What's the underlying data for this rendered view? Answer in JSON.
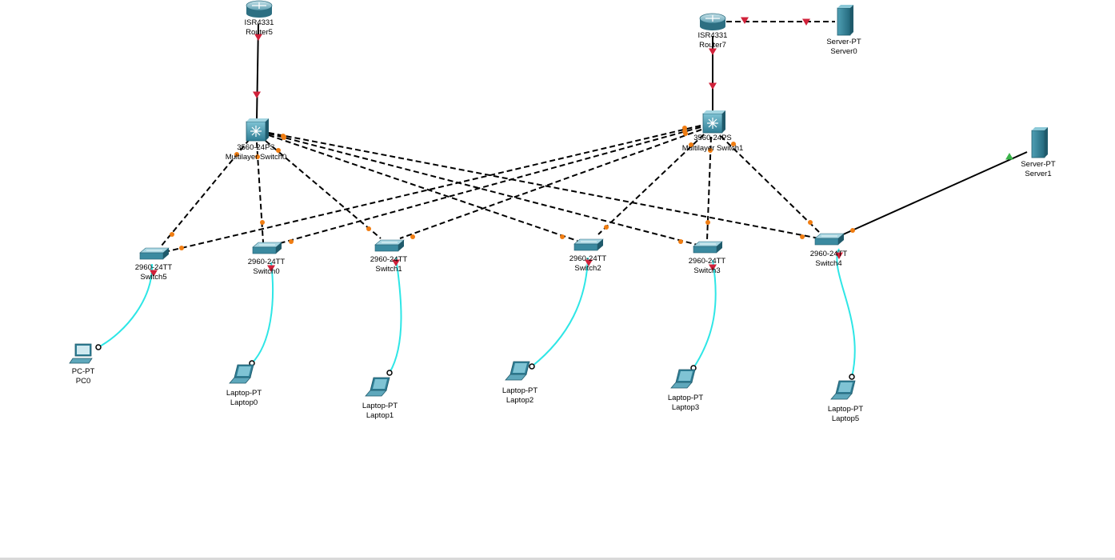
{
  "colors": {
    "ethernet": "#000000",
    "console_cable": "#2ee6e6",
    "link_down": "#d0213a",
    "link_orange": "#f07d12",
    "link_up": "#3bb44a",
    "device_teal": "#3f8fa6"
  },
  "devices": [
    {
      "id": "router5",
      "type": "router",
      "label1": "ISR4331",
      "label2": "Router5"
    },
    {
      "id": "router7",
      "type": "router",
      "label1": "ISR4331",
      "label2": "Router7"
    },
    {
      "id": "server0",
      "type": "server",
      "label1": "Server-PT",
      "label2": "Server0"
    },
    {
      "id": "server1",
      "type": "server",
      "label1": "Server-PT",
      "label2": "Server1"
    },
    {
      "id": "mls0",
      "type": "multilayer-switch",
      "label1": "3560-24PS",
      "label2": "Multilayer Switch0"
    },
    {
      "id": "mls1",
      "type": "multilayer-switch",
      "label1": "3560-24PS",
      "label2": "Multilayer Switch1"
    },
    {
      "id": "switch5",
      "type": "switch",
      "label1": "2960-24TT",
      "label2": "Switch5"
    },
    {
      "id": "switch0",
      "type": "switch",
      "label1": "2960-24TT",
      "label2": "Switch0"
    },
    {
      "id": "switch1",
      "type": "switch",
      "label1": "2960-24TT",
      "label2": "Switch1"
    },
    {
      "id": "switch2",
      "type": "switch",
      "label1": "2960-24TT",
      "label2": "Switch2"
    },
    {
      "id": "switch3",
      "type": "switch",
      "label1": "2960-24TT",
      "label2": "Switch3"
    },
    {
      "id": "switch4",
      "type": "switch",
      "label1": "2960-24TT",
      "label2": "Switch4"
    },
    {
      "id": "pc0",
      "type": "pc",
      "label1": "PC-PT",
      "label2": "PC0"
    },
    {
      "id": "laptop0",
      "type": "laptop",
      "label1": "Laptop-PT",
      "label2": "Laptop0"
    },
    {
      "id": "laptop1",
      "type": "laptop",
      "label1": "Laptop-PT",
      "label2": "Laptop1"
    },
    {
      "id": "laptop2",
      "type": "laptop",
      "label1": "Laptop-PT",
      "label2": "Laptop2"
    },
    {
      "id": "laptop3",
      "type": "laptop",
      "label1": "Laptop-PT",
      "label2": "Laptop3"
    },
    {
      "id": "laptop5",
      "type": "laptop",
      "label1": "Laptop-PT",
      "label2": "Laptop5"
    }
  ],
  "links": [
    {
      "from": "router5",
      "to": "mls0",
      "style": "solid",
      "end_state": "down"
    },
    {
      "from": "router7",
      "to": "mls1",
      "style": "solid",
      "end_state": "down"
    },
    {
      "from": "router7",
      "to": "server0",
      "style": "dashed",
      "end_state": "down"
    },
    {
      "from": "switch4",
      "to": "server1",
      "style": "solid",
      "end_state": "up"
    },
    {
      "from": "mls0",
      "to": "switch5",
      "style": "dashed",
      "end_state": "orange"
    },
    {
      "from": "mls0",
      "to": "switch0",
      "style": "dashed",
      "end_state": "orange"
    },
    {
      "from": "mls0",
      "to": "switch1",
      "style": "dashed",
      "end_state": "orange"
    },
    {
      "from": "mls0",
      "to": "switch2",
      "style": "dashed",
      "end_state": "orange"
    },
    {
      "from": "mls0",
      "to": "switch3",
      "style": "dashed",
      "end_state": "orange"
    },
    {
      "from": "mls0",
      "to": "switch4",
      "style": "dashed",
      "end_state": "orange"
    },
    {
      "from": "mls1",
      "to": "switch5",
      "style": "dashed",
      "end_state": "orange"
    },
    {
      "from": "mls1",
      "to": "switch0",
      "style": "dashed",
      "end_state": "orange"
    },
    {
      "from": "mls1",
      "to": "switch1",
      "style": "dashed",
      "end_state": "orange"
    },
    {
      "from": "mls1",
      "to": "switch2",
      "style": "dashed",
      "end_state": "orange"
    },
    {
      "from": "mls1",
      "to": "switch3",
      "style": "dashed",
      "end_state": "orange"
    },
    {
      "from": "mls1",
      "to": "switch4",
      "style": "dashed",
      "end_state": "orange"
    },
    {
      "from": "switch5",
      "to": "pc0",
      "style": "console",
      "end_state": "down"
    },
    {
      "from": "switch0",
      "to": "laptop0",
      "style": "console",
      "end_state": "down"
    },
    {
      "from": "switch1",
      "to": "laptop1",
      "style": "console",
      "end_state": "down"
    },
    {
      "from": "switch2",
      "to": "laptop2",
      "style": "console",
      "end_state": "down"
    },
    {
      "from": "switch3",
      "to": "laptop3",
      "style": "console",
      "end_state": "down"
    },
    {
      "from": "switch4",
      "to": "laptop5",
      "style": "console",
      "end_state": "down"
    }
  ]
}
